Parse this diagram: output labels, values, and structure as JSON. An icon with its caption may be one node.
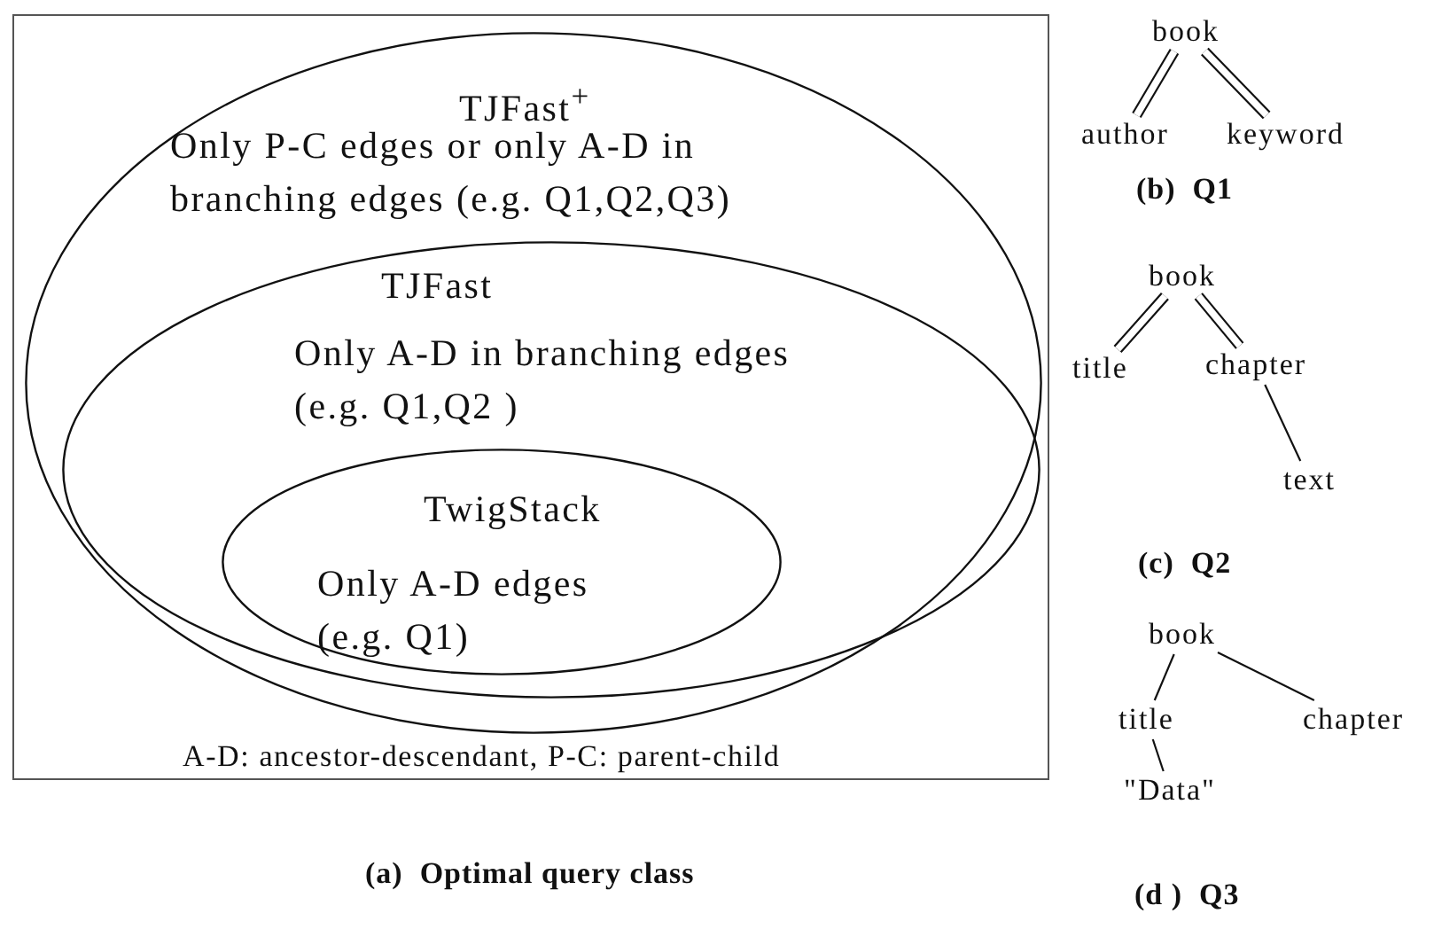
{
  "diagram": {
    "nodes": [
      {
        "text": [
          "A-D: ancestor-descendant, P-C: parent-child"
        ]
      },
      {
        "text": [
          "TJFast$^{+}$",
          "Only P-C edges or only A-D in branching edges (e.g. Q1,Q2,Q3)"
        ],
        "in": 0
      },
      {
        "text": [
          "TJFast",
          "Only A-D in branching edges (e.g. Q1,Q2 )"
        ],
        "in": 1
      },
      {
        "text": [
          "TwigStack",
          "Only A-D edges (e.g. Q1)"
        ],
        "in": 2
      },
      {
        "text": [
          "book"
        ]
      },
      {
        "text": [
          "author"
        ]
      },
      {
        "text": [
          "keyword"
        ]
      },
      {
        "text": [
          "book"
        ]
      },
      {
        "text": [
          "title"
        ]
      },
      {
        "text": [
          "chapter"
        ]
      },
      {
        "text": [
          "text"
        ]
      },
      {
        "text": [
          "book"
        ]
      },
      {
        "text": [
          "title"
        ]
      },
      {
        "text": [
          "chapter"
        ]
      },
      {
        "text": [
          "\"Data\""
        ]
      }
    ],
    "edges": [
      {
        "from": 4,
        "to": 5,
        "arrow": "none",
        "style": "thick"
      },
      {
        "from": 4,
        "to": 6,
        "arrow": "none",
        "style": "thick"
      },
      {
        "from": 7,
        "to": 8,
        "arrow": "none",
        "style": "thick"
      },
      {
        "from": 7,
        "to": 9,
        "arrow": "none",
        "style": "thick"
      },
      {
        "from": 9,
        "to": 10,
        "arrow": "none"
      },
      {
        "from": 11,
        "to": 12,
        "arrow": "none"
      },
      {
        "from": 11,
        "to": 13,
        "arrow": "none"
      },
      {
        "from": 12,
        "to": 14,
        "arrow": "none"
      }
    ],
    "labels": [
      "(b)  Q1",
      "(c)  Q2",
      "(a)  Optimal query class",
      "(d )  Q3"
    ]
  }
}
